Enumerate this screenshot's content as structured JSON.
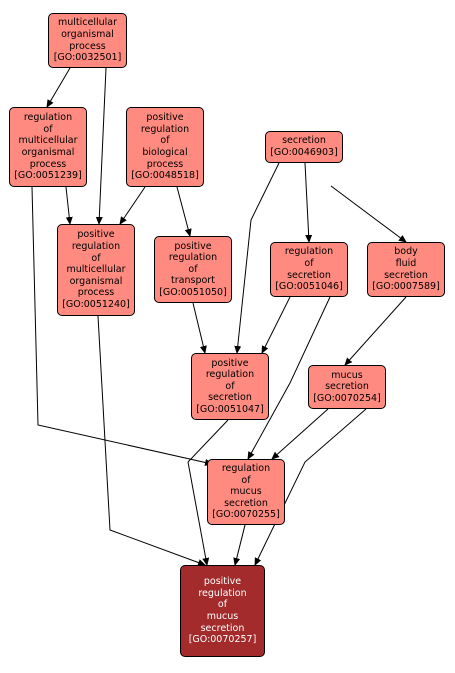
{
  "nodes": {
    "go0032501": {
      "lines": [
        "multicellular",
        "organismal",
        "process",
        "[GO:0032501]"
      ]
    },
    "go0051239": {
      "lines": [
        "regulation",
        "of",
        "multicellular",
        "organismal",
        "process",
        "[GO:0051239]"
      ]
    },
    "go0048518": {
      "lines": [
        "positive",
        "regulation",
        "of",
        "biological",
        "process",
        "[GO:0048518]"
      ]
    },
    "go0046903": {
      "lines": [
        "secretion",
        "[GO:0046903]"
      ]
    },
    "go0051240": {
      "lines": [
        "positive",
        "regulation",
        "of",
        "multicellular",
        "organismal",
        "process",
        "[GO:0051240]"
      ]
    },
    "go0051050": {
      "lines": [
        "positive",
        "regulation",
        "of",
        "transport",
        "[GO:0051050]"
      ]
    },
    "go0051046": {
      "lines": [
        "regulation",
        "of",
        "secretion",
        "[GO:0051046]"
      ]
    },
    "go0007589": {
      "lines": [
        "body",
        "fluid",
        "secretion",
        "[GO:0007589]"
      ]
    },
    "go0051047": {
      "lines": [
        "positive",
        "regulation",
        "of",
        "secretion",
        "[GO:0051047]"
      ]
    },
    "go0070254": {
      "lines": [
        "mucus",
        "secretion",
        "[GO:0070254]"
      ]
    },
    "go0070255": {
      "lines": [
        "regulation",
        "of",
        "mucus",
        "secretion",
        "[GO:0070255]"
      ]
    },
    "go0070257": {
      "lines": [
        "positive",
        "regulation",
        "of",
        "mucus",
        "secretion",
        "[GO:0070257]"
      ]
    }
  },
  "colors": {
    "node_fill": "#ff8a80",
    "target_fill": "#a32b2b",
    "edge": "#000000"
  }
}
